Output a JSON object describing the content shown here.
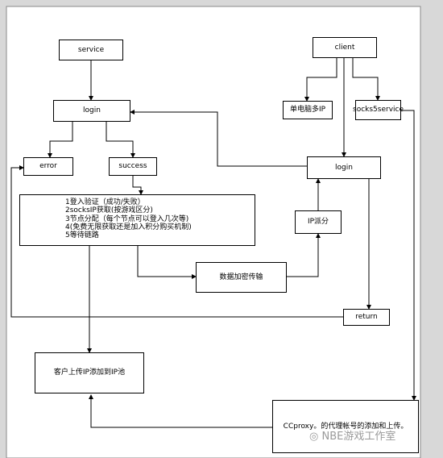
{
  "nodes": {
    "service": "service",
    "client": "client",
    "login_top": "login",
    "dan_ip": "单电脑多IP",
    "socks5": "socks5service",
    "error": "error",
    "success": "success",
    "login_right": "login",
    "ip_assign": "IP派分",
    "encrypt": "数据加密传输",
    "return": "return",
    "upload_ip": "客户上传IP添加到IP池",
    "ccproxy": "CCproxy。的代理帐号的添加和上传。"
  },
  "steps": [
    "1登入验证（成功/失败）",
    "2socksIP获取(按游戏区分)",
    "3节点分配（每个节点可以登入几次等)",
    "4(免费无限获取还是加入积分购买机制)",
    "5等待链路"
  ],
  "watermark": "NBE游戏工作室",
  "colors": {
    "background": "#d8d8d8",
    "canvas": "#ffffff",
    "line": "#000000"
  }
}
